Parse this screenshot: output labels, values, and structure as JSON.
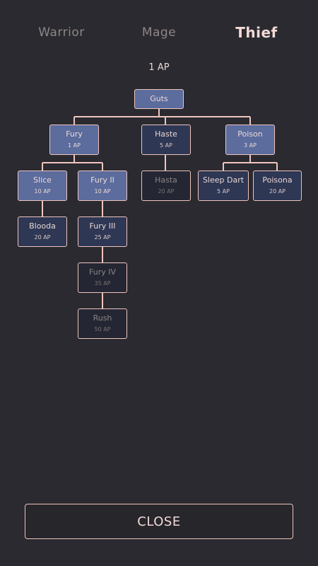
{
  "tabs": [
    "Warrior",
    "Mage",
    "Thief"
  ],
  "active_tab": "Thief",
  "ap_label": "1 AP",
  "skills": {
    "guts": {
      "name": "Guts",
      "cost": "",
      "state": "unlocked"
    },
    "fury": {
      "name": "Fury",
      "cost": "1 AP",
      "state": "unlocked"
    },
    "haste": {
      "name": "Haste",
      "cost": "5 AP",
      "state": "available"
    },
    "poison": {
      "name": "Poison",
      "cost": "3 AP",
      "state": "unlocked"
    },
    "slice": {
      "name": "Slice",
      "cost": "10 AP",
      "state": "unlocked"
    },
    "fury2": {
      "name": "Fury II",
      "cost": "10 AP",
      "state": "unlocked"
    },
    "hasta": {
      "name": "Hasta",
      "cost": "20 AP",
      "state": "locked"
    },
    "sleep_dart": {
      "name": "Sleep Dart",
      "cost": "5 AP",
      "state": "available"
    },
    "poisona": {
      "name": "Poisona",
      "cost": "20 AP",
      "state": "available"
    },
    "blooda": {
      "name": "Blooda",
      "cost": "20 AP",
      "state": "available"
    },
    "fury3": {
      "name": "Fury III",
      "cost": "25 AP",
      "state": "available"
    },
    "fury4": {
      "name": "Fury IV",
      "cost": "35 AP",
      "state": "locked"
    },
    "rush": {
      "name": "Rush",
      "cost": "50 AP",
      "state": "locked"
    }
  },
  "close_label": "CLOSE",
  "colors": {
    "background": "#2a2a30",
    "accent": "#efc5bd",
    "unlocked_node": "#5b6c9d",
    "available_node": "#2e3754",
    "locked_node": "#242633"
  }
}
